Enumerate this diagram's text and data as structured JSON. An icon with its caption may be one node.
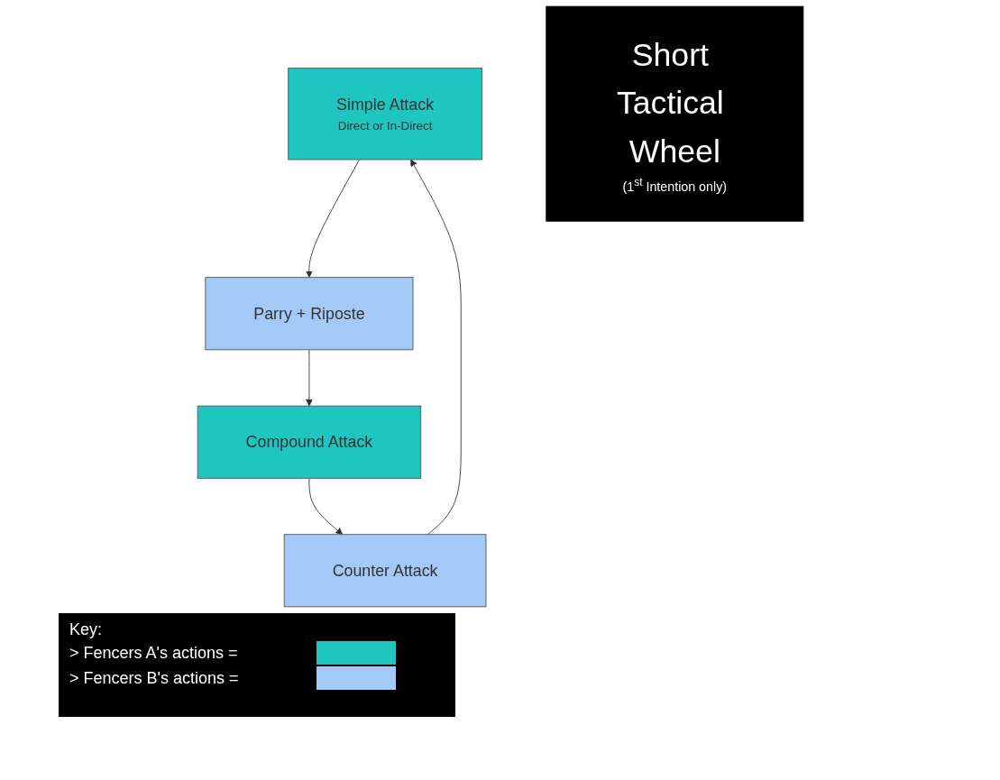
{
  "diagram": {
    "nodes": [
      {
        "text": [
          "Simple Attack",
          "Direct or In-Direct"
        ]
      },
      {
        "text": [
          "Parry + Riposte"
        ]
      },
      {
        "text": [
          "Compound Attack"
        ]
      },
      {
        "text": [
          "Counter Attack"
        ]
      },
      {
        "text": [
          "Short Tactical Wheel",
          "(1$^{st}$ Intention only)"
        ]
      }
    ],
    "edges": [
      {
        "from": 3,
        "to": 0,
        "arrow": "to"
      },
      {
        "from": 0,
        "to": 1,
        "arrow": "to"
      },
      {
        "from": 1,
        "to": 2,
        "arrow": "to"
      },
      {
        "from": 2,
        "to": 3,
        "arrow": "to"
      }
    ],
    "labels": [
      "Key:"
    ],
    "legend": [
      {
        "text": "> Fencers A's actions =",
        "color": "#1fc6c1"
      },
      {
        "text": "> Fencers B's actions =",
        "color": "#a3c9f6"
      }
    ]
  }
}
